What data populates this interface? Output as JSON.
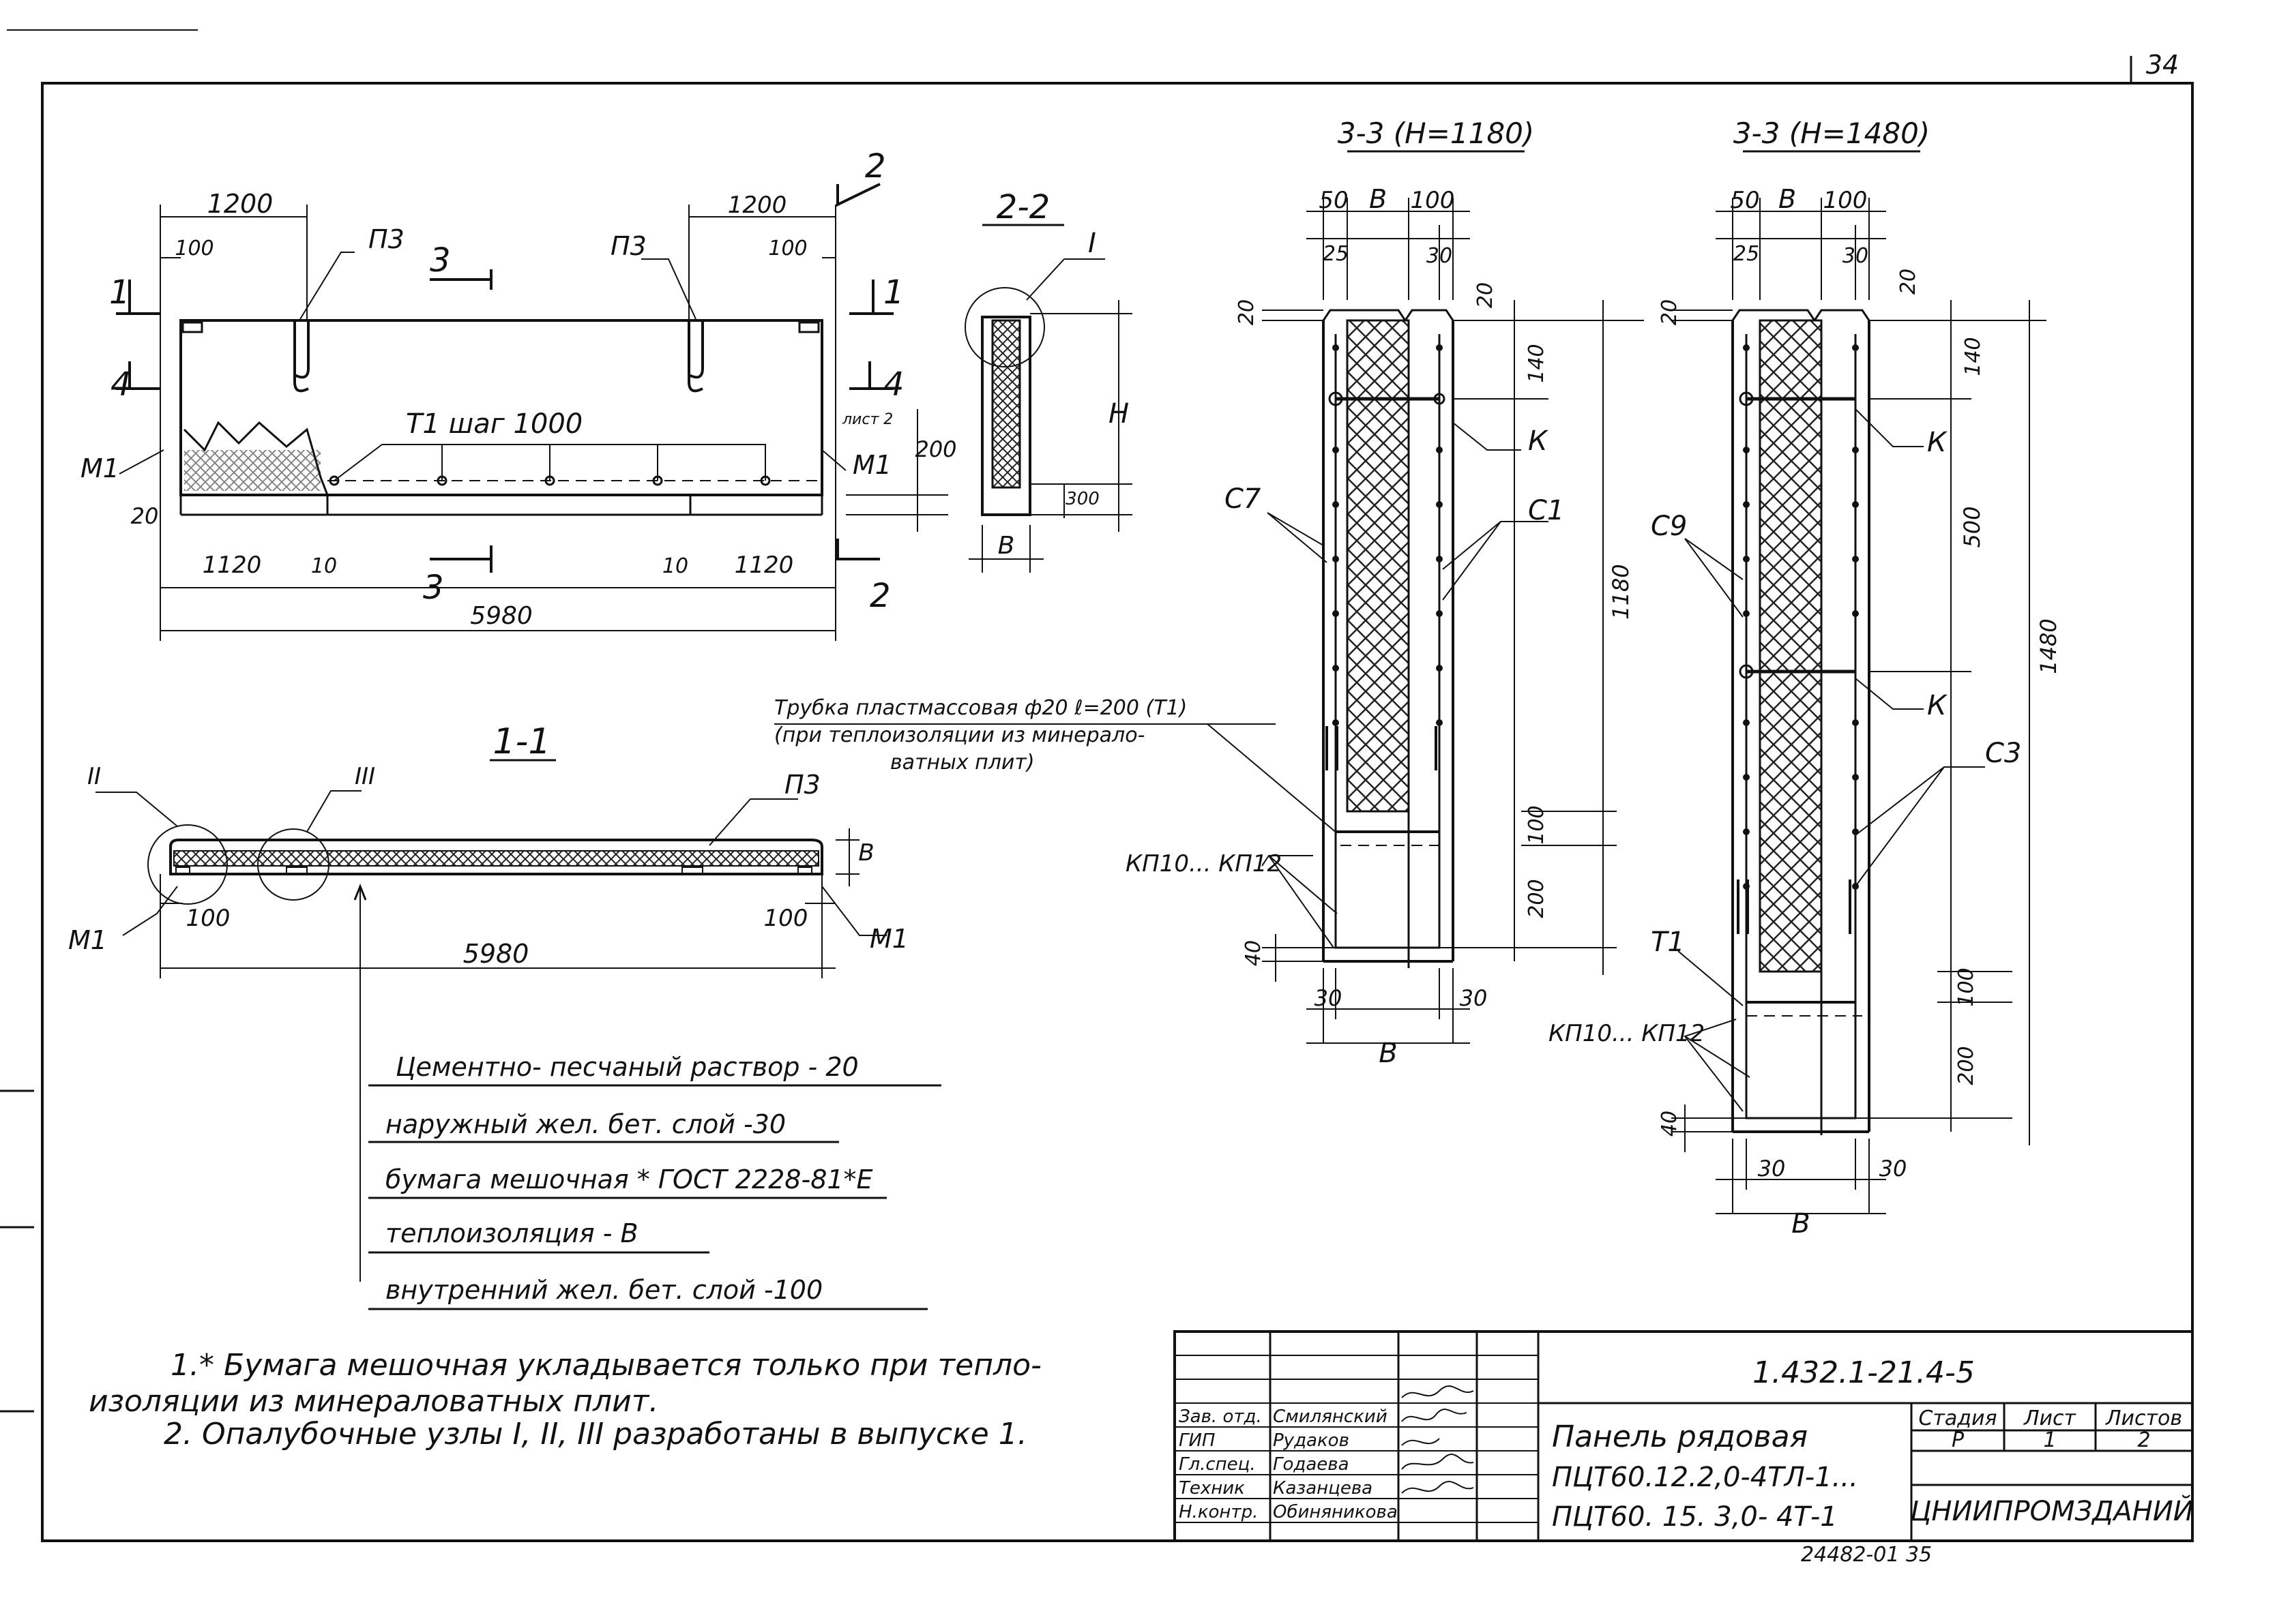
{
  "sheet_number": "34",
  "views": {
    "plan": {
      "dims": {
        "top_left": "1200",
        "top_right": "1200",
        "edge_left": "100",
        "edge_right": "100",
        "bottom_left": "1120",
        "bottom_right": "1120",
        "gap_left": "10",
        "gap_right": "10",
        "total": "5980",
        "h_200": "200",
        "h_20": "20"
      },
      "labels": {
        "p3_left": "П3",
        "p3_right": "П3",
        "m1_left": "М1",
        "m1_right": "М1",
        "t1": "Т1 шаг 1000",
        "sec1": "1",
        "sec2": "2",
        "sec3": "3",
        "sec4": "4",
        "sheet_ref": "лист 2"
      }
    },
    "section_2_2": {
      "title": "2-2",
      "node": "I",
      "h": "H",
      "dim_300": "300",
      "b": "В"
    },
    "section_1_1": {
      "title": "1-1",
      "nodes": [
        "II",
        "III"
      ],
      "p3": "П3",
      "m1_left": "М1",
      "m1_right": "М1",
      "dim_left": "100",
      "dim_right": "100",
      "total": "5980",
      "b": "В"
    },
    "pipe_note": {
      "line1": "Трубка пластмассовая ф20 ℓ=200 (Т1)",
      "line2": "(при теплоизоляции из минерало-",
      "line3": "ватных плит)"
    },
    "section_3_3_1180": {
      "title": "3-3 (H=1180)",
      "top_dims": [
        "50",
        "В",
        "100"
      ],
      "sub_dims": [
        "25",
        "30"
      ],
      "left_top": "20",
      "right_top": "20",
      "v140": "140",
      "v1180": "1180",
      "v100": "100",
      "v200": "200",
      "v40": "40",
      "bottom": [
        "30",
        "30"
      ],
      "b": "В",
      "c7": "С7",
      "c1": "С1",
      "k": "К",
      "kp": "КП10... КП12"
    },
    "section_3_3_1480": {
      "title": "3-3 (H=1480)",
      "top_dims": [
        "50",
        "В",
        "100"
      ],
      "sub_dims": [
        "25",
        "30"
      ],
      "left_top": "20",
      "right_top": "20",
      "v140": "140",
      "v500": "500",
      "v1480": "1480",
      "v100": "100",
      "v200": "200",
      "v40": "40",
      "bottom": [
        "30",
        "30"
      ],
      "b": "В",
      "c9": "С9",
      "c3": "С3",
      "k1": "К",
      "k2": "К",
      "t1": "Т1",
      "kp": "КП10... КП12"
    }
  },
  "layers": [
    "Цементно- песчаный раствор - 20",
    "наружный жел. бет. слой -30",
    "бумага мешочная * ГОСТ 2228-81*Е",
    "теплоизоляция - В",
    "внутренний жел. бет. слой -100"
  ],
  "notes": {
    "n1a": "1.* Бумага мешочная укладывается только при тепло-",
    "n1b": "изоляции из минераловатных плит.",
    "n2": "2. Опалубочные узлы I, II, III разработаны в выпуске 1."
  },
  "title_block": {
    "doc_code": "1.432.1-21.4-5",
    "name_line1": "Панель рядовая",
    "name_line2": "ПЦТ60.12.2,0-4ТЛ-1...",
    "name_line3": "ПЦТ60. 15. 3,0- 4Т-1",
    "stage_label": "Стадия",
    "sheet_label": "Лист",
    "sheets_label": "Листов",
    "stage": "Р",
    "sheet": "1",
    "sheets": "2",
    "org": "ЦНИИПРОМЗДАНИЙ",
    "roles": [
      {
        "role": "Зав. отд.",
        "name": "Смилянский"
      },
      {
        "role": "ГИП",
        "name": "Рудаков"
      },
      {
        "role": "Гл.спец.",
        "name": "Годаева"
      },
      {
        "role": "Техник",
        "name": "Казанцева"
      },
      {
        "role": "Н.контр.",
        "name": "Обиняникова"
      }
    ],
    "footer_code": "24482-01 35"
  }
}
